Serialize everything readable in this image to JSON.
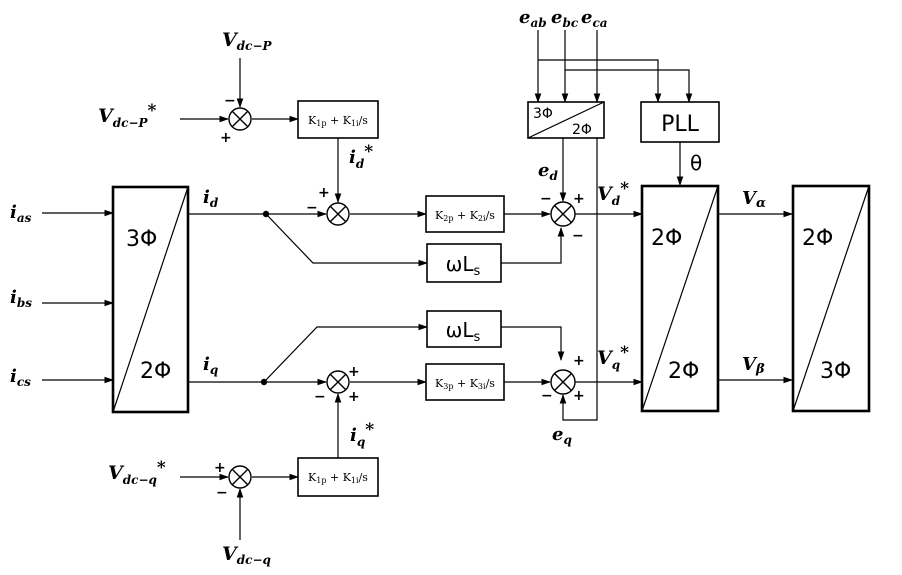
{
  "signals": {
    "vdcp_ref": {
      "main": "V",
      "sub": "dc−P",
      "sup": "*"
    },
    "vdcp": {
      "main": "V",
      "sub": "dc−P"
    },
    "vdcq_ref": {
      "main": "V",
      "sub": "dc−q",
      "sup": "*"
    },
    "vdcq": {
      "main": "V",
      "sub": "dc−q"
    },
    "ias": {
      "main": "i",
      "sub": "as"
    },
    "ibs": {
      "main": "i",
      "sub": "bs"
    },
    "ics": {
      "main": "i",
      "sub": "cs"
    },
    "id": {
      "main": "i",
      "sub": "d"
    },
    "iq": {
      "main": "i",
      "sub": "q"
    },
    "id_ref": {
      "main": "i",
      "sub": "d",
      "sup": "*"
    },
    "iq_ref": {
      "main": "i",
      "sub": "q",
      "sup": "*"
    },
    "eab": {
      "main": "e",
      "sub": "ab"
    },
    "ebc": {
      "main": "e",
      "sub": "bc"
    },
    "eca": {
      "main": "e",
      "sub": "ca"
    },
    "ed": {
      "main": "e",
      "sub": "d"
    },
    "eq": {
      "main": "e",
      "sub": "q"
    },
    "vd_ref": {
      "main": "V",
      "sub": "d",
      "sup": "*"
    },
    "vq_ref": {
      "main": "V",
      "sub": "q",
      "sup": "*"
    },
    "valpha": {
      "main": "V",
      "sub": "α"
    },
    "vbeta": {
      "main": "V",
      "sub": "β"
    },
    "theta": "θ"
  },
  "blocks": {
    "abc_to_dq": {
      "top": "3Φ",
      "bottom": "2Φ"
    },
    "grid_transform": {
      "top": "3Φ",
      "bottom": "2Φ"
    },
    "pll": "PLL",
    "dq_to_ab": {
      "top": "2Φ",
      "bottom": "2Φ"
    },
    "ab_to_abc": {
      "top": "2Φ",
      "bottom": "3Φ"
    },
    "pi_vdc_p": {
      "k1": "K",
      "k1_sub": "1p",
      "mid": " + K",
      "k2_sub": "1i",
      "tail": "/s"
    },
    "pi_vdc_q": {
      "k1": "K",
      "k1_sub": "1p",
      "mid": " + K",
      "k2_sub": "1i",
      "tail": "/s"
    },
    "pi_id": {
      "k1": "K",
      "k1_sub": "2p",
      "mid": " + K",
      "k2_sub": "2i",
      "tail": "/s"
    },
    "pi_iq": {
      "k1": "K",
      "k1_sub": "3p",
      "mid": " + K",
      "k2_sub": "3i",
      "tail": "/s"
    },
    "wls_upper": {
      "main": "ωL",
      "sub": "s"
    },
    "wls_lower": {
      "main": "ωL",
      "sub": "s"
    }
  },
  "signs": {
    "plus": "+",
    "minus": "−"
  }
}
